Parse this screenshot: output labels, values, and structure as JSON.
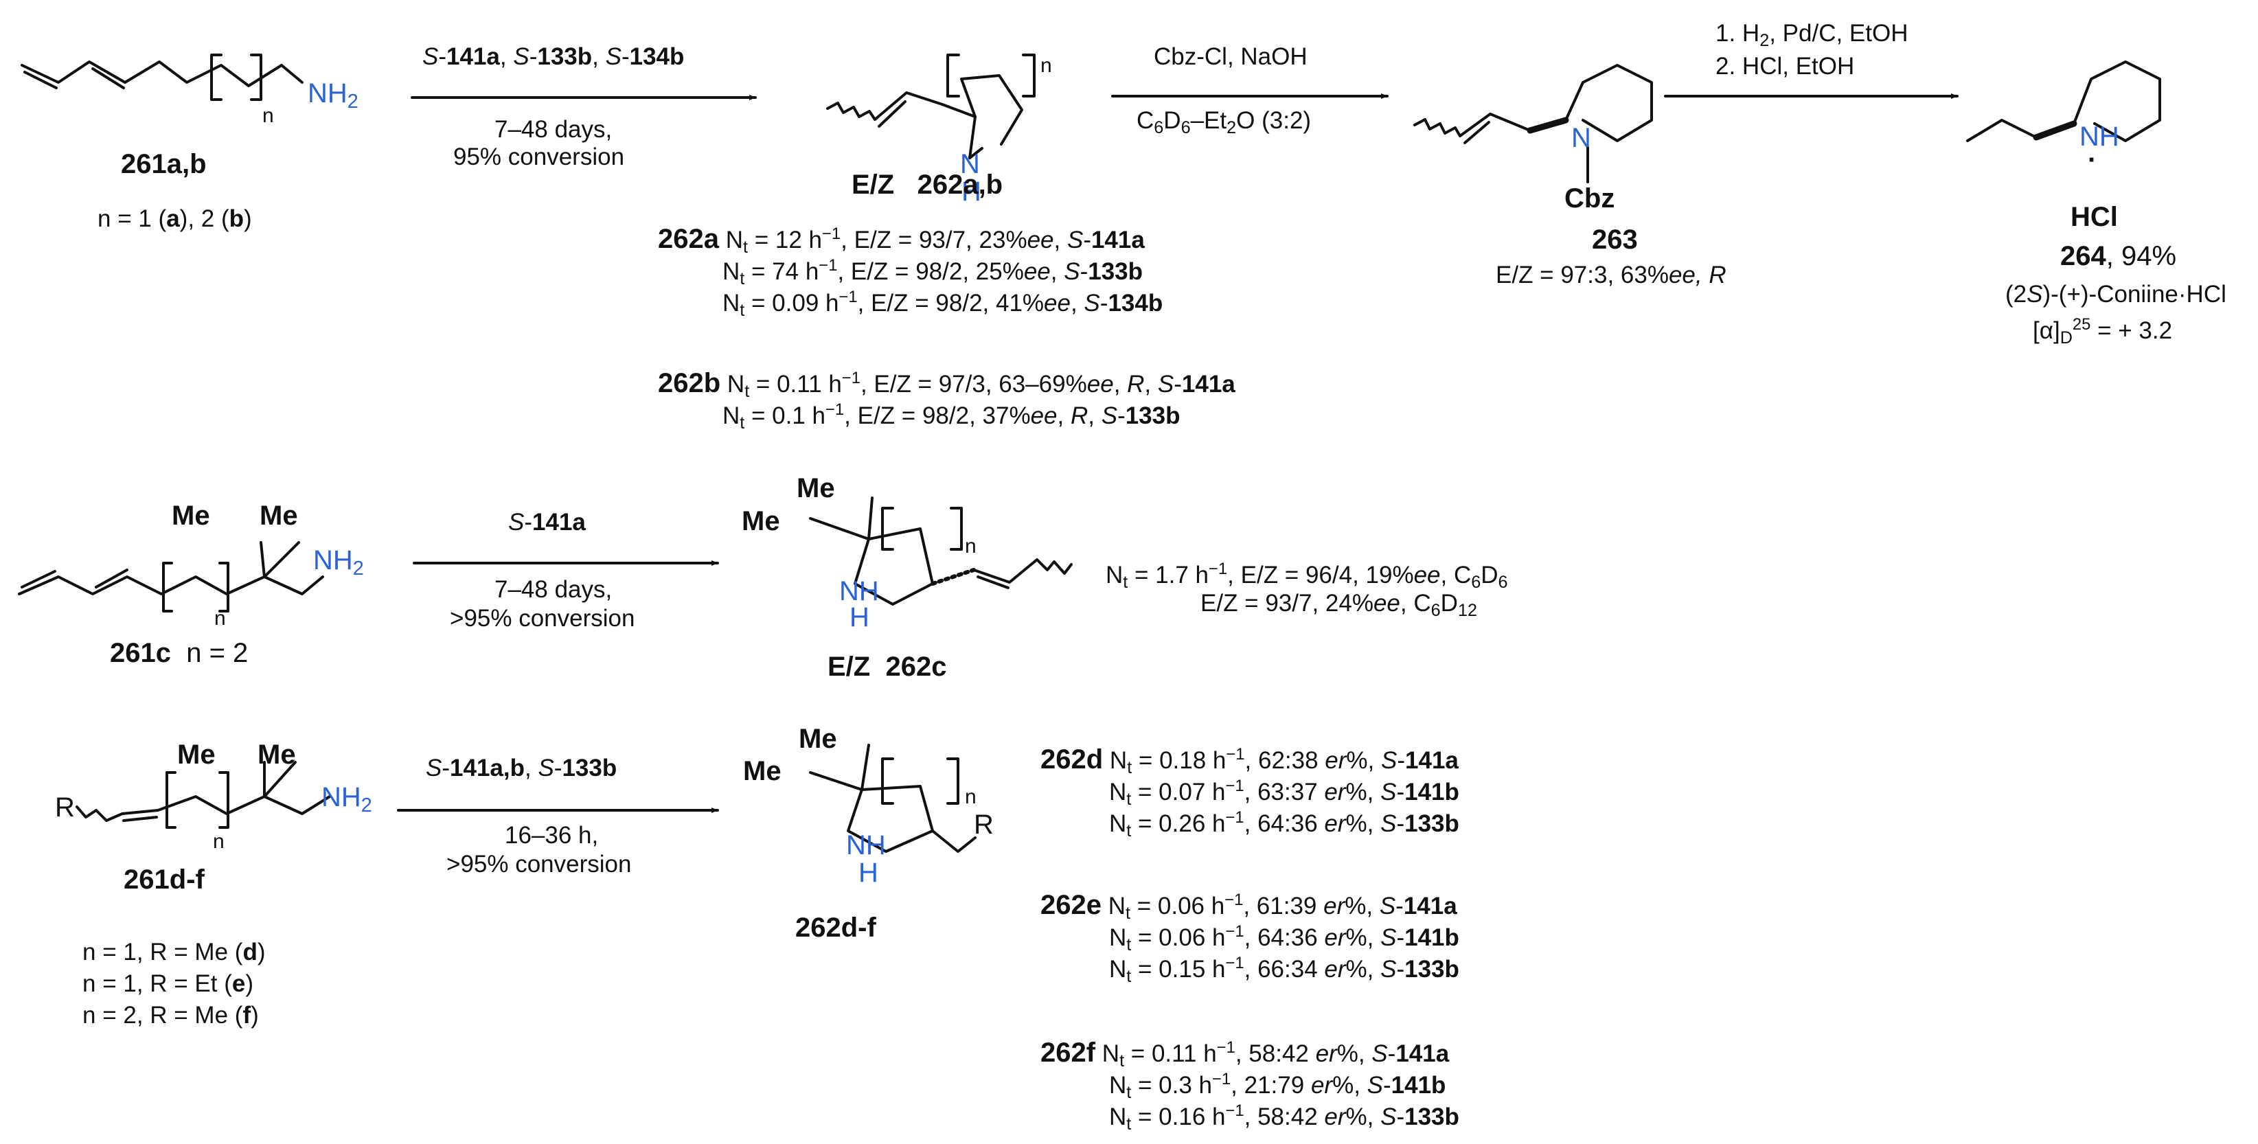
{
  "colors": {
    "ink": "#111111",
    "heteroatom": "#2a63d6"
  },
  "atoms": {
    "n": "n",
    "N": "N",
    "H": "H",
    "NH2_N": "NH",
    "NH2_sub": "2",
    "Me": "Me",
    "R": "R",
    "Cbz": "Cbz",
    "HCl": "HCl",
    "dot": "·"
  },
  "row1": {
    "substrate_label": "261a,b",
    "substrate_n": "n = 1 (",
    "substrate_a": "a",
    "substrate_mid": "), 2 (",
    "substrate_b": "b",
    "substrate_end": ")",
    "arrow1_cat_S1": "S",
    "arrow1_cat1": "141a",
    "arrow1_cat_S2": "S",
    "arrow1_cat2": "133b",
    "arrow1_cat_S3": "S",
    "arrow1_cat3": "134b",
    "arrow1_sep": "-",
    "arrow1_comma": ", ",
    "arrow1_time": "7–48 days,",
    "arrow1_conv": "95% conversion",
    "product_ez": "E/Z",
    "product_label": "262a,b",
    "arrow2_reagent": "Cbz-Cl, NaOH",
    "arrow2_solvent_a": "C",
    "arrow2_solvent_b": "6",
    "arrow2_solvent_c": "D",
    "arrow2_solvent_d": "6",
    "arrow2_solvent_e": "–Et",
    "arrow2_solvent_f": "2",
    "arrow2_solvent_g": "O (3:2)",
    "cbz_label": "263",
    "cbz_result_a": "E/Z = 97:3, 63%",
    "cbz_result_ee": "ee",
    "cbz_result_r": ", R",
    "arrow3_step1_a": "1. H",
    "arrow3_step1_b": "2",
    "arrow3_step1_c": ", Pd/C, EtOH",
    "arrow3_step2": "2. HCl, EtOH",
    "final_label": "264",
    "final_yield": ", 94%",
    "final_name_a": "(2",
    "final_name_s": "S",
    "final_name_b": ")-(+)-Coniine·HCl",
    "final_rot_a": "[α]",
    "final_rot_d": "D",
    "final_rot_sup": "25",
    "final_rot_b": " = + 3.2"
  },
  "results_262": [
    {
      "tag": "262a",
      "nt": "12 h",
      "rest": ", E/Z = 93/7, 23%",
      "ee": "ee",
      "tail": ", ",
      "cat": "141a",
      "cfg": ""
    },
    {
      "tag": "",
      "nt": "74 h",
      "rest": ", E/Z = 98/2, 25%",
      "ee": "ee",
      "tail": ", ",
      "cat": "133b",
      "cfg": ""
    },
    {
      "tag": "",
      "nt": "0.09 h",
      "rest": ", E/Z = 98/2, 41%",
      "ee": "ee",
      "tail": ", ",
      "cat": "134b",
      "cfg": ""
    },
    {
      "tag": "262b",
      "nt": "0.11 h",
      "rest": ", E/Z = 97/3, 63–69%",
      "ee": "ee",
      "tail": ", ",
      "cat": "141a",
      "cfg": "R"
    },
    {
      "tag": "",
      "nt": "0.1 h",
      "rest": ", E/Z = 98/2, 37%",
      "ee": "ee",
      "tail": ", ",
      "cat": "133b",
      "cfg": "R"
    }
  ],
  "common": {
    "Nt_N": "N",
    "Nt_t": "t",
    "eq": " = ",
    "inv": "−1",
    "S": "S",
    "dash": "-",
    "er": "er",
    "pct": "%"
  },
  "row2": {
    "label": "261c",
    "n_eq": "n = 2",
    "arrow_cat_S": "S",
    "arrow_cat": "141a",
    "arrow_time": "7–48 days,",
    "arrow_conv": ">95% conversion",
    "product_ez": "E/Z",
    "product_label": "262c",
    "res1_nt": "1.7 h",
    "res1_rest": ", E/Z = 96/4, 19%",
    "res1_ee": "ee",
    "res1_solv_a": ", C",
    "res1_solv_b": "6",
    "res1_solv_c": "D",
    "res1_solv_d": "6",
    "res2_rest": "E/Z = 93/7, 24%",
    "res2_ee": "ee",
    "res2_solv_a": ", C",
    "res2_solv_b": "6",
    "res2_solv_c": "D",
    "res2_solv_d": "12"
  },
  "row3": {
    "label": "261d-f",
    "cond_d": "n = 1, R = Me (",
    "cond_d_l": "d",
    "cond_e": "n = 1, R = Et (",
    "cond_e_l": "e",
    "cond_f": "n = 2, R = Me (",
    "cond_f_l": "f",
    "close": ")",
    "arrow_cat_S1": "S",
    "arrow_cat1": "141a,b",
    "arrow_cat_S2": "S",
    "arrow_cat2": "133b",
    "arrow_time": "16–36 h,",
    "arrow_conv": ">95% conversion",
    "product_label": "262d-f"
  },
  "results_er": [
    {
      "tag": "262d",
      "nt": "0.18 h",
      "ratio": ", 62:38 ",
      "cat": "141a"
    },
    {
      "tag": "",
      "nt": "0.07 h",
      "ratio": ", 63:37 ",
      "cat": "141b"
    },
    {
      "tag": "",
      "nt": "0.26 h",
      "ratio": ", 64:36 ",
      "cat": "133b"
    },
    {
      "tag": "262e",
      "nt": "0.06 h",
      "ratio": ", 61:39 ",
      "cat": "141a"
    },
    {
      "tag": "",
      "nt": "0.06 h",
      "ratio": ", 64:36 ",
      "cat": "141b"
    },
    {
      "tag": "",
      "nt": "0.15 h",
      "ratio": ", 66:34 ",
      "cat": "133b"
    },
    {
      "tag": "262f",
      "nt": "0.11 h",
      "ratio": ", 58:42 ",
      "cat": "141a"
    },
    {
      "tag": "",
      "nt": "0.3 h",
      "ratio": ", 21:79 ",
      "cat": "141b"
    },
    {
      "tag": "",
      "nt": "0.16 h",
      "ratio": ", 58:42 ",
      "cat": "133b"
    }
  ]
}
